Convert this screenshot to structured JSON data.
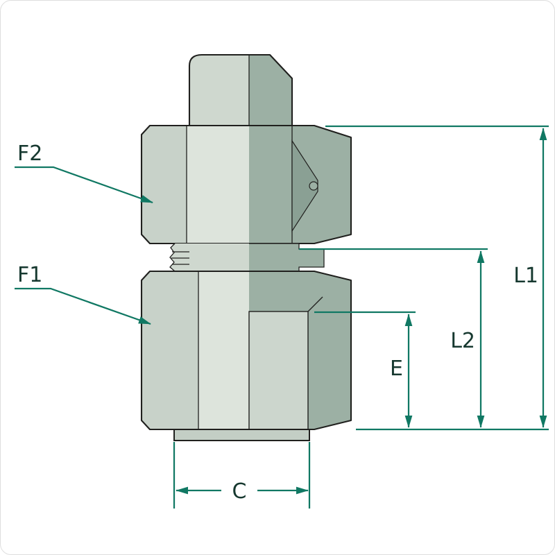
{
  "diagram": {
    "labels": {
      "f1": "F1",
      "f2": "F2",
      "l1": "L1",
      "l2": "L2",
      "e": "E",
      "c": "C"
    },
    "colors": {
      "dimension_line": "#107863",
      "label_text": "#16382f",
      "body_face": "#dde4dc",
      "body_shade": "#c8d2c9",
      "tube_light": "#cfd8cf",
      "section_dark": "#9cb0a4",
      "section_darker": "#8aa094",
      "bore_light": "#ccd6cd",
      "stub": "#c3cec5",
      "outline": "#20201e",
      "background": "#ffffff"
    }
  }
}
